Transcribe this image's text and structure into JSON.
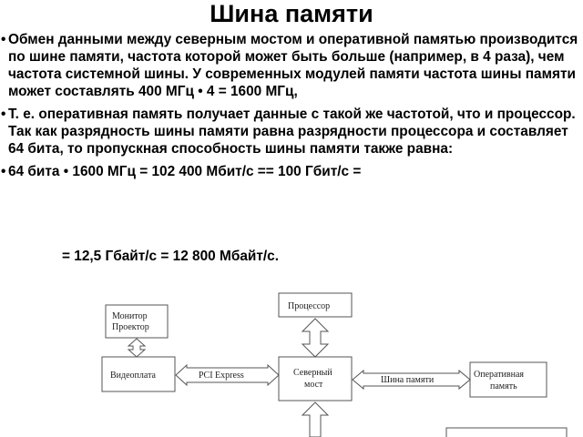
{
  "slide": {
    "title": "Шина памяти",
    "bullets": [
      "Обмен данными между северным мостом и оперативной памятью производится по шине памяти, частота которой может быть больше (например, в 4 раза), чем частота системной шины. У современных модулей памяти частота шины памяти может составлять 400 МГц • 4 = 1600 МГц,",
      "Т. е. оперативная память получает данные с такой же частотой, что и процессор. Так как разрядность шины памяти равна разрядности процессора и составляет 64 бита, то пропускная способность шины памяти также равна:",
      "64 бита • 1600 МГц = 102 400 Мбит/с == 100 Гбит/с ="
    ],
    "formula_continuation": "= 12,5 Гбайт/с = 12 800 Мбайт/с."
  },
  "diagram": {
    "nodes": {
      "monitor_line1": "Монитор",
      "monitor_line2": "Проектор",
      "videocard": "Видеоплата",
      "processor": "Процессор",
      "northbridge_line1": "Северный",
      "northbridge_line2": "мост",
      "ram_line1": "Оперативная",
      "ram_line2": "память"
    },
    "buses": {
      "pci_express": "PCI Express",
      "memory_bus": "Шина памяти"
    }
  }
}
